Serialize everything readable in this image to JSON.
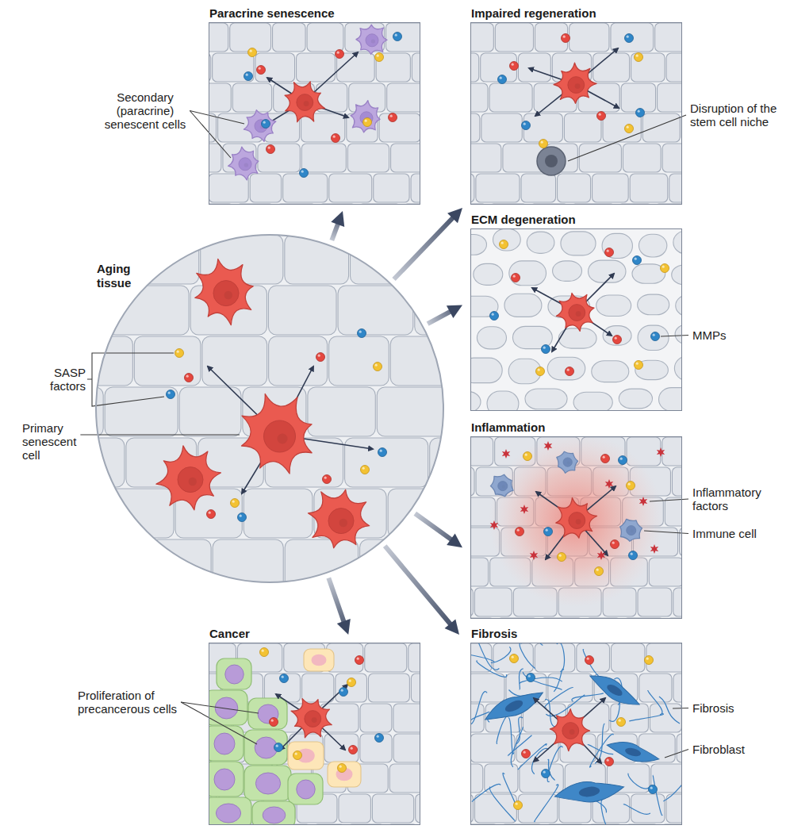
{
  "diagram": {
    "nodes": [
      {
        "text": [
          "Paracrine senescence"
        ]
      },
      {
        "text": [
          "Impaired regeneration"
        ]
      },
      {
        "text": [
          "ECM degeneration"
        ]
      },
      {
        "text": [
          "Aging tissue"
        ]
      },
      {
        "text": [
          "Inflammation"
        ]
      },
      {
        "text": [
          "Cancer"
        ]
      },
      {
        "text": [
          "Fibrosis"
        ]
      }
    ],
    "edges": [
      {
        "from": 3,
        "to": 0,
        "arrow": "to"
      },
      {
        "from": 3,
        "to": 1,
        "arrow": "to"
      },
      {
        "from": 3,
        "to": 2,
        "arrow": "to"
      },
      {
        "from": 3,
        "to": 4,
        "arrow": "to"
      },
      {
        "from": 3,
        "to": 5,
        "arrow": "to"
      },
      {
        "from": 3,
        "to": 6,
        "arrow": "to"
      }
    ],
    "labels": [
      "Secondary (paracrine) senescent cells",
      "Disruption of the stem cell niche",
      "MMPs",
      "SASP factors",
      "Primary senescent cell",
      "Inflammatory factors",
      "Immune cell",
      "Proliferation of precancerous cells",
      "Fibrosis",
      "Fibroblast"
    ]
  }
}
